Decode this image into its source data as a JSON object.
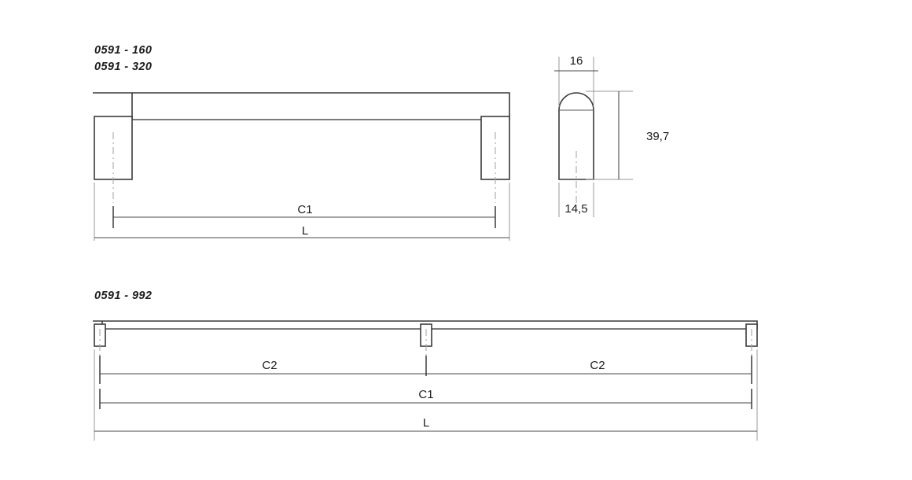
{
  "drawing": {
    "title_view_1": "0591 - 160",
    "title_view_1b": "0591 - 320",
    "title_view_2": "0591 - 992",
    "labels": {
      "c1_top": "C1",
      "l_top": "L",
      "width_top": "16",
      "height_side": "39,7",
      "width_bottom": "14,5",
      "c2_left": "C2",
      "c2_right": "C2",
      "c1_bottom": "C1",
      "l_bottom": "L"
    },
    "colors": {
      "outline": "#3a3a3a",
      "dimension": "#4a4a4a",
      "extension": "#9a9a9a",
      "centerline": "#a8a8a8",
      "text": "#1c1c1c",
      "background": "#ffffff"
    }
  }
}
